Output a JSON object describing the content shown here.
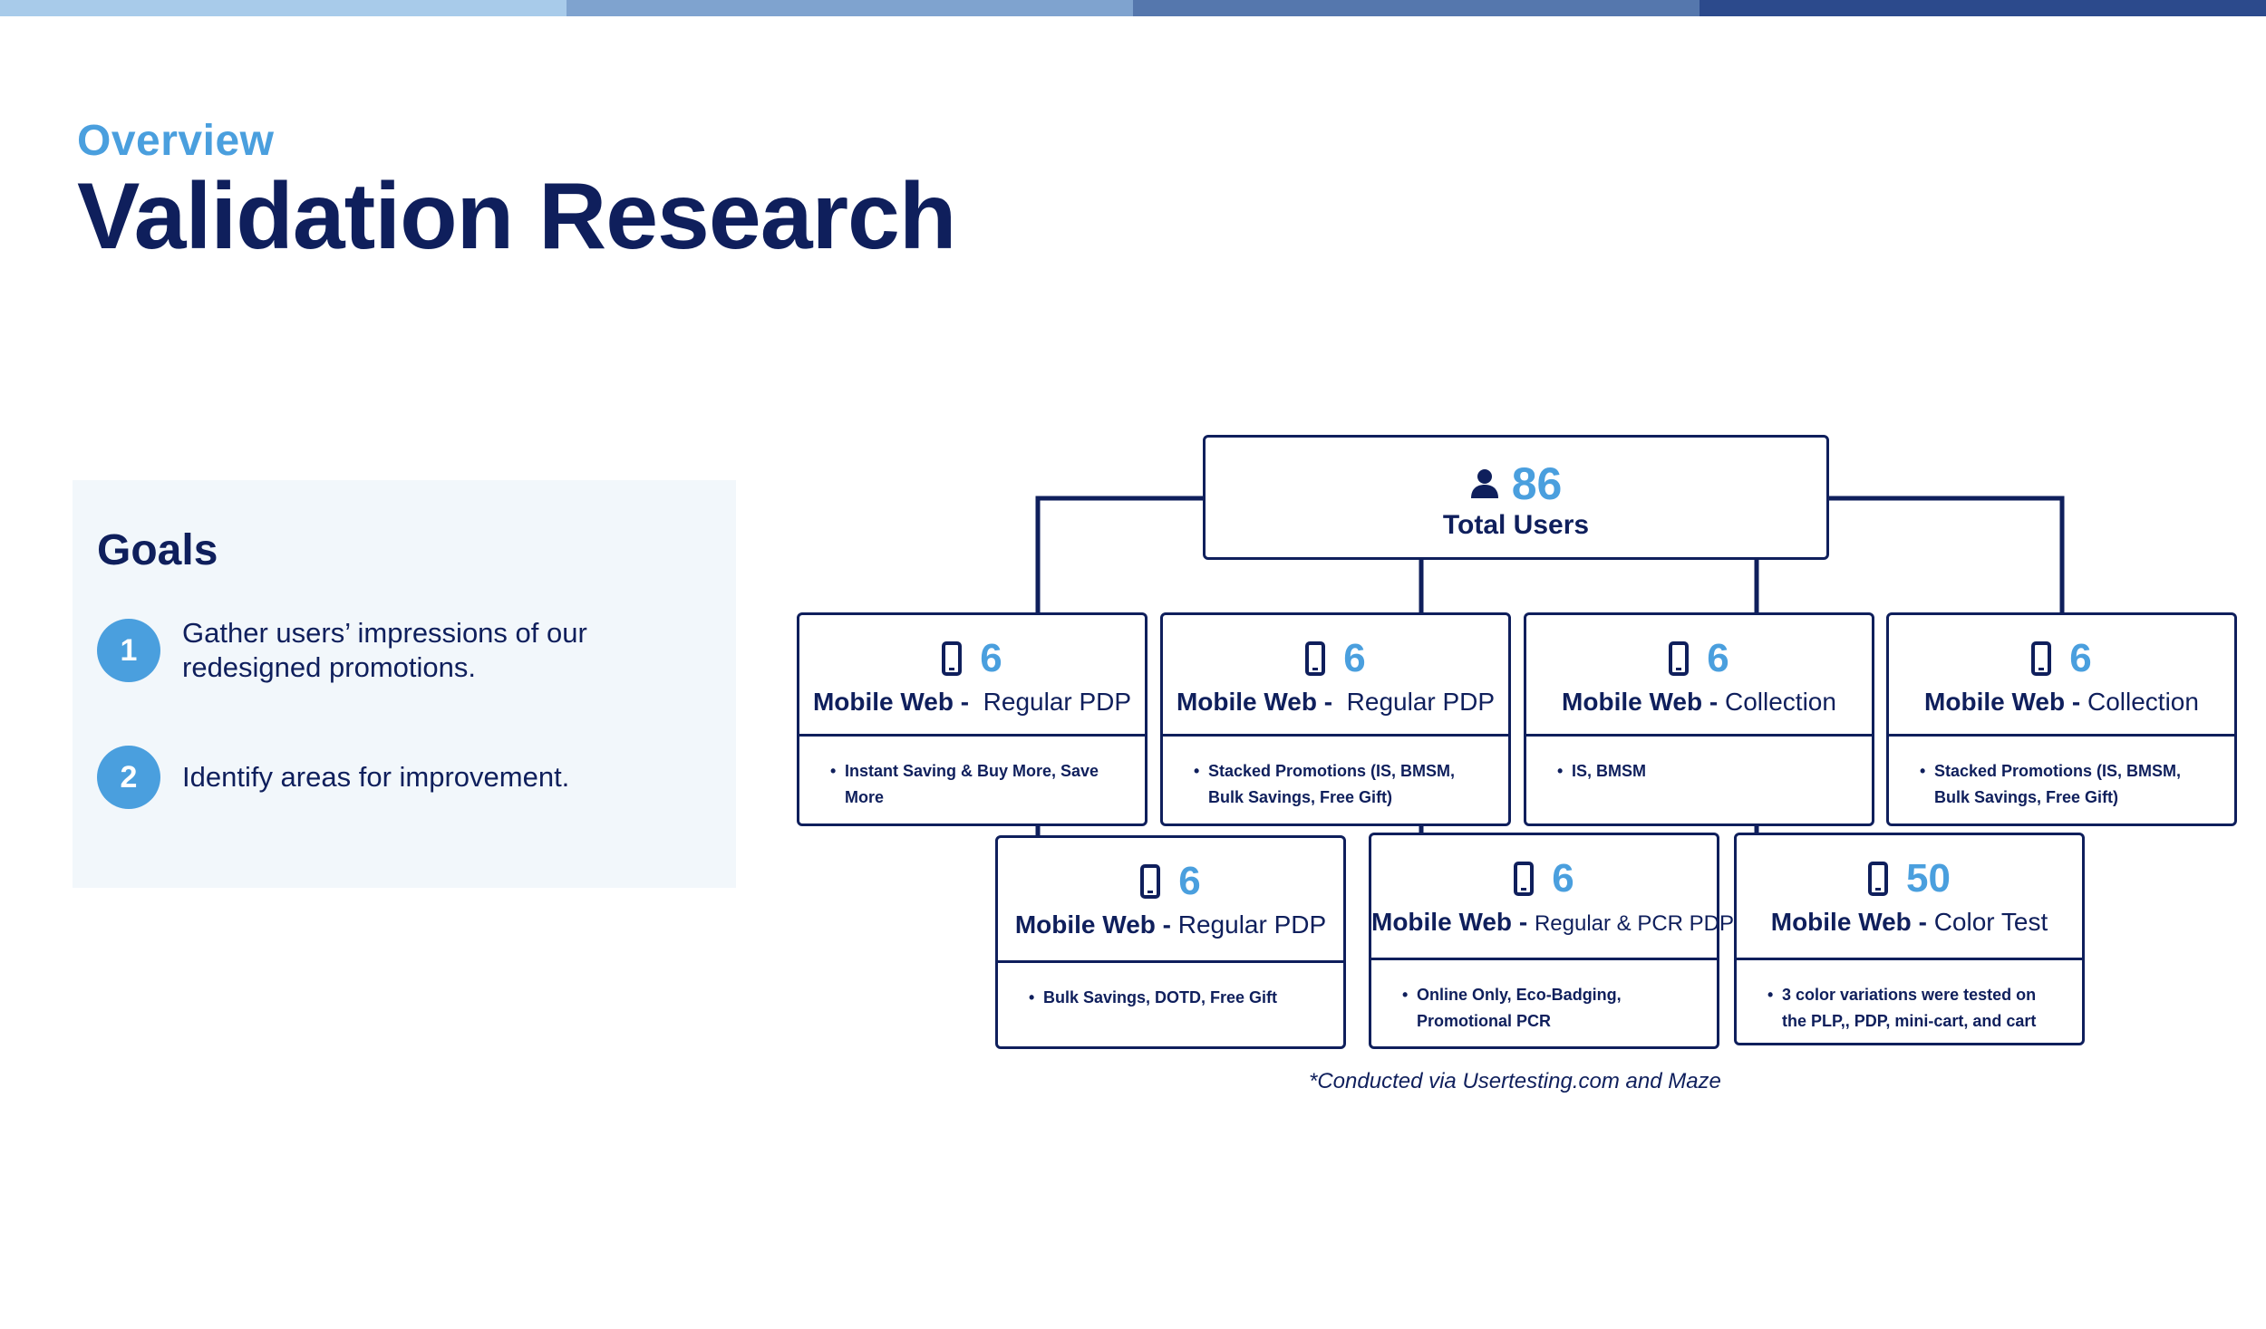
{
  "colors": {
    "navy": "#0f1f5c",
    "accent": "#4a9fde",
    "panel": "#f2f7fb",
    "topbar": [
      "#a8cbea",
      "#7fa3cf",
      "#5577ad",
      "#2c4a8c"
    ]
  },
  "header": {
    "eyebrow": "Overview",
    "title": "Validation Research"
  },
  "goals": {
    "heading": "Goals",
    "items": [
      {
        "number": "1",
        "text": "Gather users’ impressions of our redesigned promotions."
      },
      {
        "number": "2",
        "text": "Identify areas for improvement."
      }
    ]
  },
  "diagram": {
    "root": {
      "icon": "user-icon",
      "count": "86",
      "label": "Total Users"
    },
    "cards": [
      {
        "icon": "phone-icon",
        "count": "6",
        "platform": "Mobile Web -",
        "variant": "Regular PDP",
        "detail": "Instant Saving & Buy More, Save More"
      },
      {
        "icon": "phone-icon",
        "count": "6",
        "platform": "Mobile Web -",
        "variant": "Regular PDP",
        "detail": "Stacked Promotions  (IS, BMSM, Bulk Savings, Free Gift)"
      },
      {
        "icon": "phone-icon",
        "count": "6",
        "platform": "Mobile Web -",
        "variant": "Collection",
        "detail": "IS, BMSM"
      },
      {
        "icon": "phone-icon",
        "count": "6",
        "platform": "Mobile Web -",
        "variant": "Collection",
        "detail": "Stacked Promotions (IS, BMSM, Bulk Savings, Free Gift)"
      },
      {
        "icon": "phone-icon",
        "count": "6",
        "platform": "Mobile Web -",
        "variant": "Regular PDP",
        "detail": "Bulk Savings, DOTD, Free Gift"
      },
      {
        "icon": "phone-icon",
        "count": "6",
        "platform": "Mobile Web -",
        "variant": "Regular & PCR PDP",
        "detail": "Online Only,  Eco-Badging, Promotional PCR"
      },
      {
        "icon": "phone-icon",
        "count": "50",
        "platform": "Mobile Web -",
        "variant": "Color Test",
        "detail": "3 color variations were tested on the PLP,, PDP, mini-cart, and cart"
      }
    ],
    "footnote": "*Conducted via Usertesting.com and Maze"
  }
}
